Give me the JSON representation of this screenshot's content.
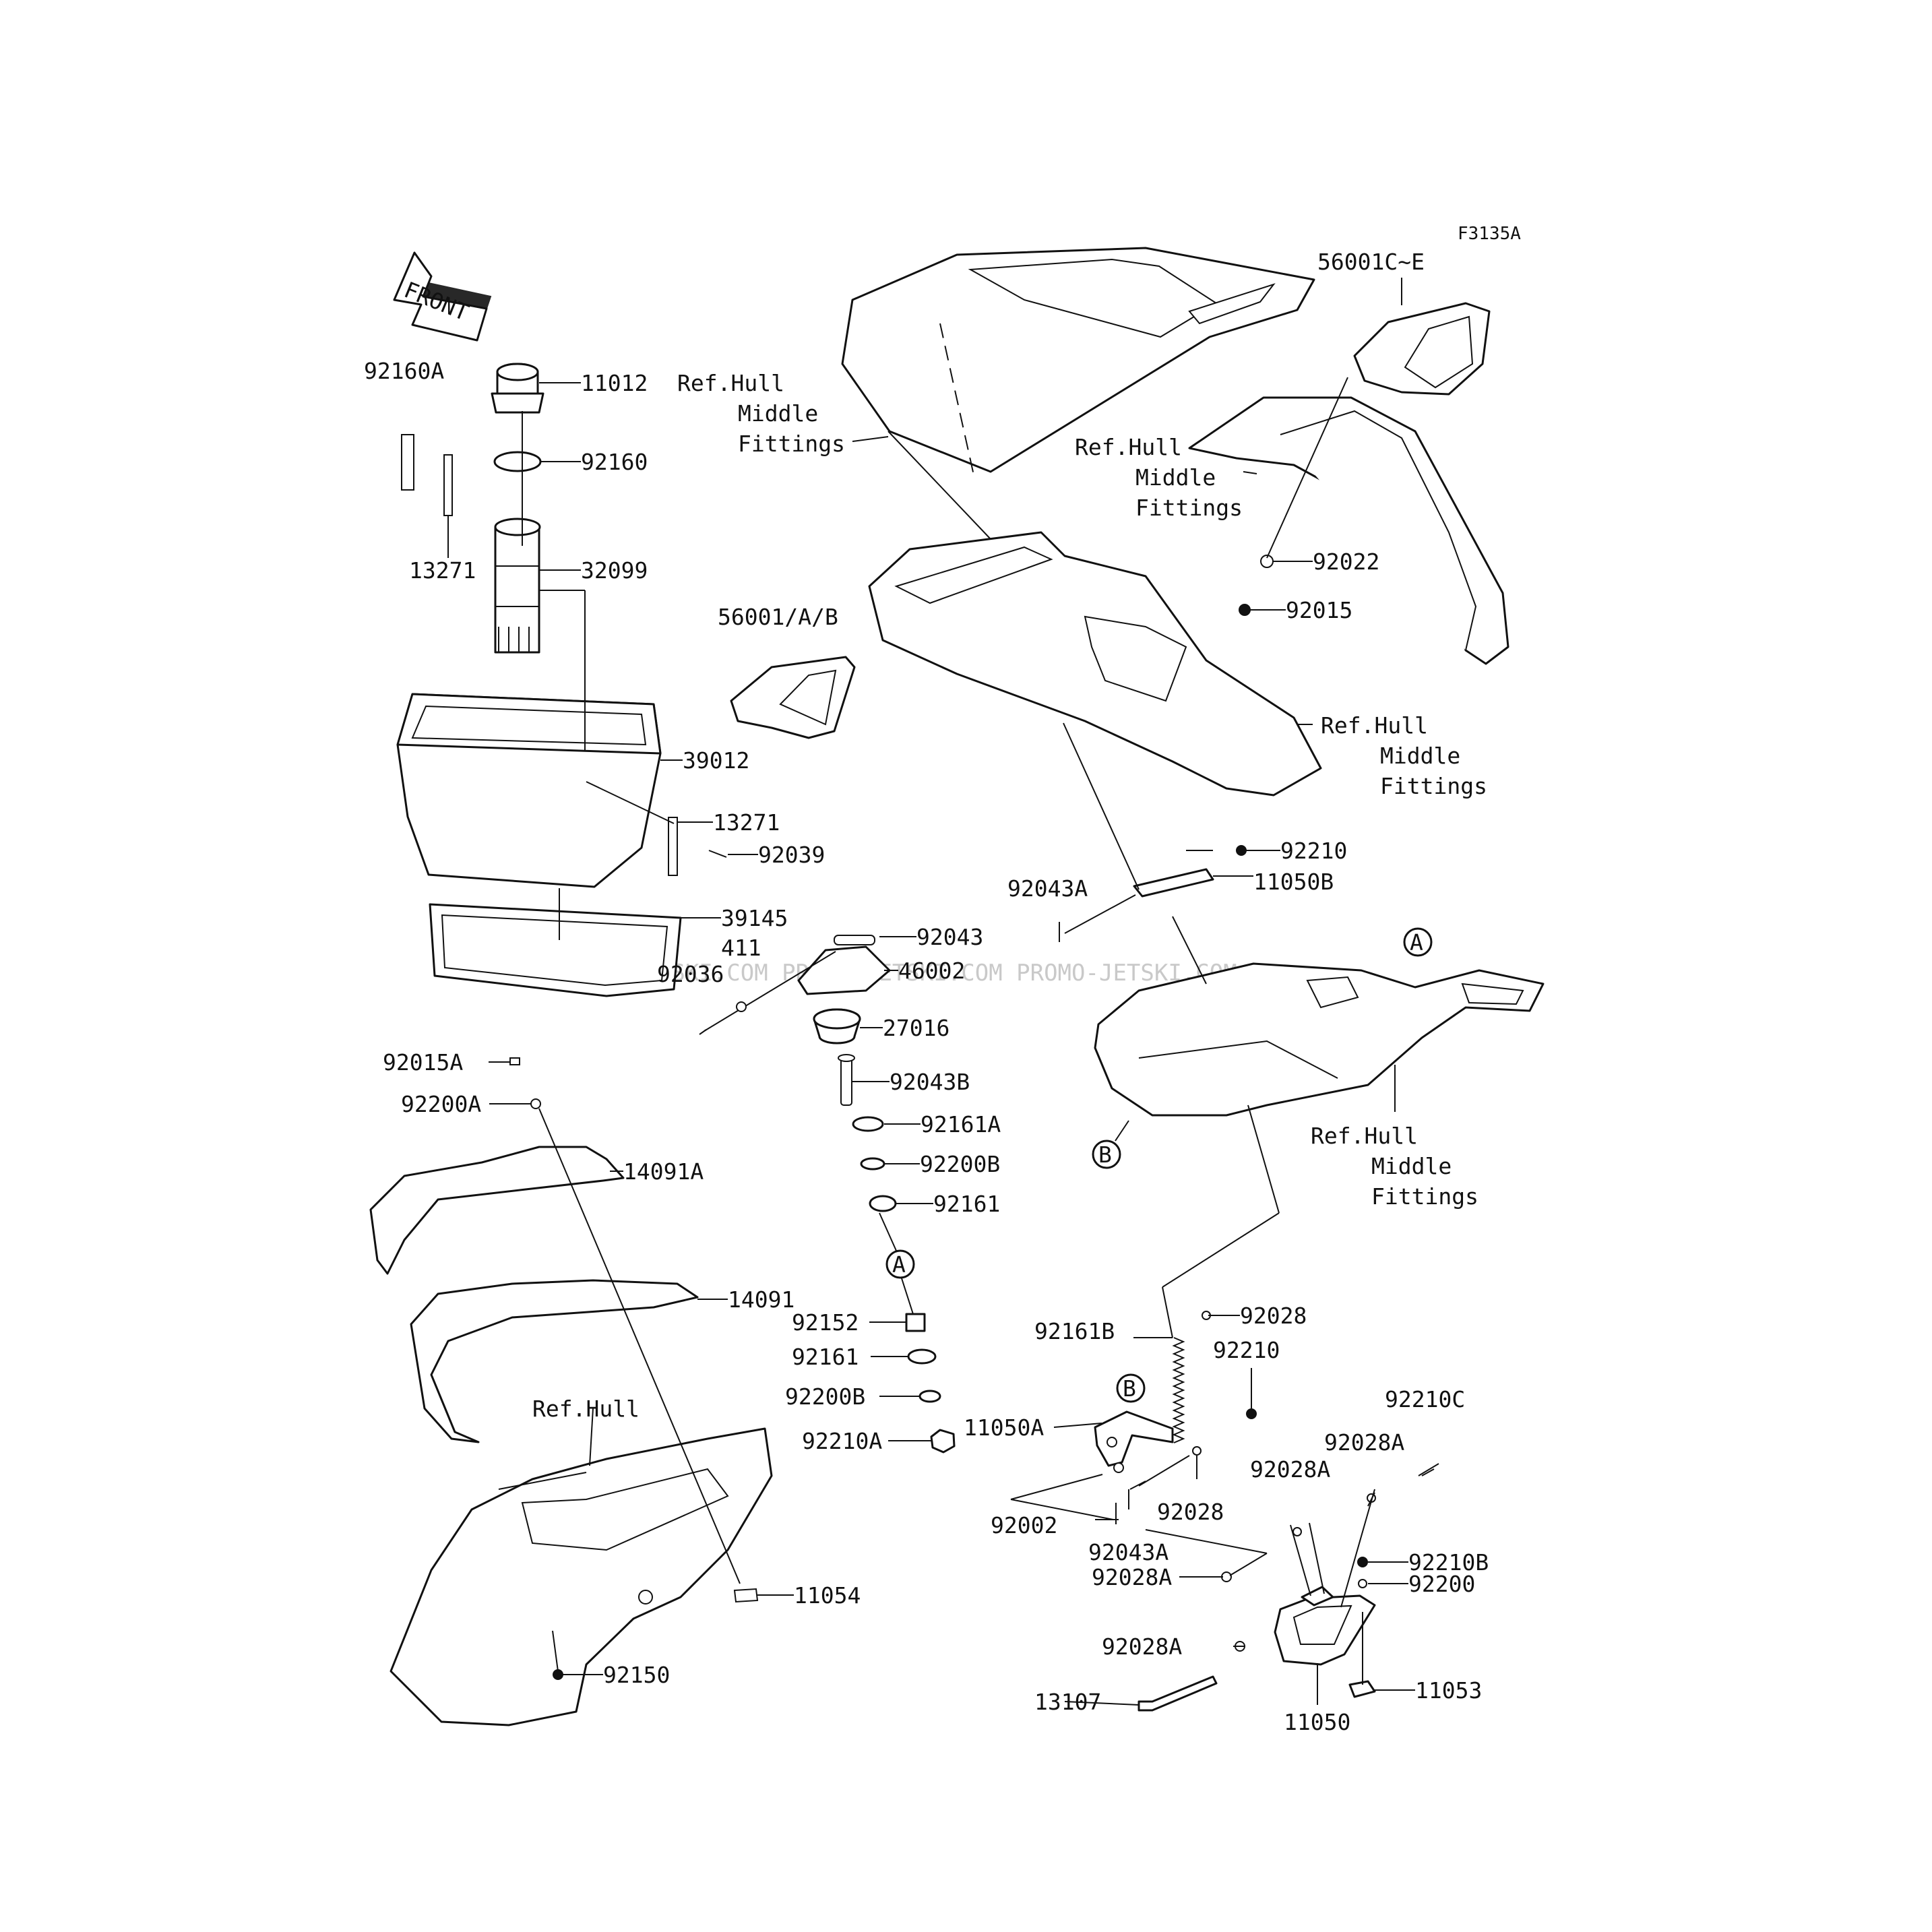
{
  "diagram_code": "F3135A",
  "front_arrow_label": "FRONT",
  "watermark": "JETSKI.COM  PROMO-JETSKI.COM  PROMO-JETSKI.COM",
  "ref_hull_middle_fittings": [
    "Ref.Hull",
    "Middle",
    "Fittings"
  ],
  "ref_hull": "Ref.Hull",
  "markers": {
    "a": "A",
    "b": "B"
  },
  "parts": {
    "p11012": "11012",
    "p92160": "92160",
    "p92160A": "92160A",
    "p13271_top": "13271",
    "p32099": "32099",
    "p39012": "39012",
    "p13271_mid": "13271",
    "p92039": "92039",
    "p39145": "39145",
    "p411": "411",
    "p92036": "92036",
    "p92043": "92043",
    "p46002": "46002",
    "p27016": "27016",
    "p92043B": "92043B",
    "p92161A": "92161A",
    "p92200B_top": "92200B",
    "p92161_top": "92161",
    "p92152": "92152",
    "p92161_bot": "92161",
    "p92200B_bot": "92200B",
    "p92210A": "92210A",
    "p56001AB": "56001/A/B",
    "p56001CE": "56001C~E",
    "p92022": "92022",
    "p92015": "92015",
    "p92210_top": "92210",
    "p11050B": "11050B",
    "p92043A_top": "92043A",
    "p92015A": "92015A",
    "p92200A": "92200A",
    "p14091A": "14091A",
    "p14091": "14091",
    "p11054": "11054",
    "p92150": "92150",
    "p92161B": "92161B",
    "p92028_top": "92028",
    "p92210_mid": "92210",
    "p11050A": "11050A",
    "p92002": "92002",
    "p92028_mid": "92028",
    "p92043A_bot": "92043A",
    "p92210C": "92210C",
    "p92028A_1": "92028A",
    "p92028A_2": "92028A",
    "p92028A_3": "92028A",
    "p92028A_4": "92028A",
    "p92210B": "92210B",
    "p92200": "92200",
    "p11053": "11053",
    "p13107": "13107",
    "p11050": "11050"
  }
}
